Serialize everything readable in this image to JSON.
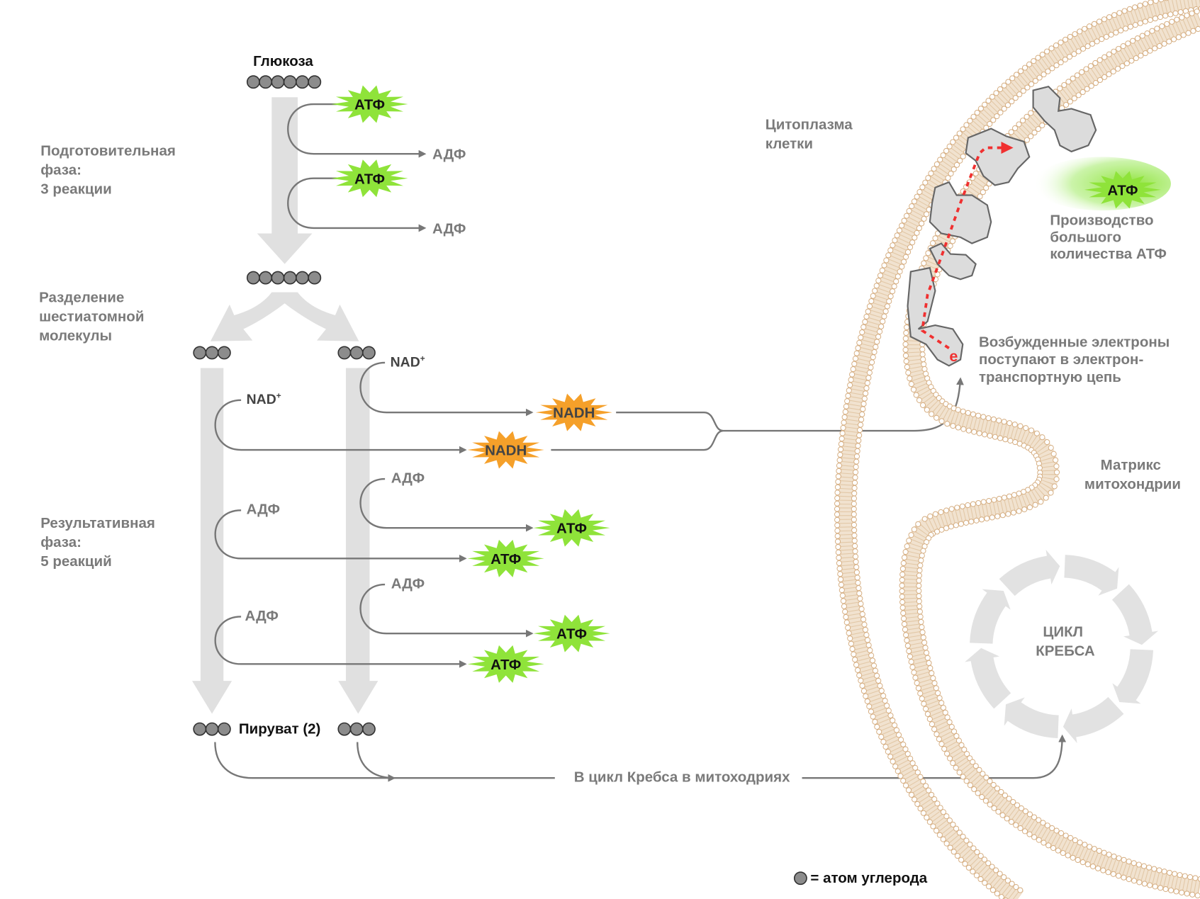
{
  "title": "Гликолиз и клеточное дыхание",
  "glucose": {
    "label": "Глюкоза",
    "carbons": 6
  },
  "phases": {
    "preparatory": {
      "lines": [
        "Подготовительная",
        "фаза:",
        "3 реакции"
      ]
    },
    "split": {
      "lines": [
        "Разделение",
        "шестиатомной",
        "молекулы"
      ]
    },
    "payoff": {
      "lines": [
        "Результативная",
        "фаза:",
        "5 реакций"
      ]
    }
  },
  "preparatory_steps": [
    {
      "input": "АТФ",
      "output": "АДФ"
    },
    {
      "input": "АТФ",
      "output": "АДФ"
    }
  ],
  "split": {
    "intermediate_carbons": 6,
    "branch_carbons": 3
  },
  "nad_steps": [
    {
      "input": "NAD+",
      "input_main": "NAD",
      "input_sup": "+",
      "output": "NADH",
      "branch": "right"
    },
    {
      "input": "NAD+",
      "input_main": "NAD",
      "input_sup": "+",
      "output": "NADH",
      "branch": "left"
    }
  ],
  "atp_steps": [
    {
      "input": "АДФ",
      "output": "АТФ",
      "branch": "right"
    },
    {
      "input": "АДФ",
      "output": "АТФ",
      "branch": "left"
    },
    {
      "input": "АДФ",
      "output": "АТФ",
      "branch": "right"
    },
    {
      "input": "АДФ",
      "output": "АТФ",
      "branch": "left"
    }
  ],
  "pyruvate": {
    "label": "Пируват (2)",
    "carbons_each": 3
  },
  "to_krebs_label": "В цикл Кребса в митоходриях",
  "mitochondrion": {
    "cytoplasm_label": [
      "Цитоплазма",
      "клетки"
    ],
    "matrix_label": [
      "Матрикс",
      "митохондрии"
    ],
    "etc_label": [
      "Возбужденные электроны",
      "поступают в электрон-",
      "транспортную цепь"
    ],
    "atp_big": "АТФ",
    "atp_production_label": [
      "Производство",
      "большого",
      "количества АТФ"
    ],
    "electron_symbol": "e",
    "krebs_label": [
      "ЦИКЛ",
      "КРЕБСА"
    ]
  },
  "legend": {
    "text": "= атом углерода"
  },
  "colors": {
    "atp_burst": "#8fe33a",
    "nadh_burst": "#f5a02a",
    "arrow_gray": "#e0e0e0",
    "line_gray": "#777777",
    "membrane": "#d7b48a",
    "electron_path": "#f03030"
  }
}
